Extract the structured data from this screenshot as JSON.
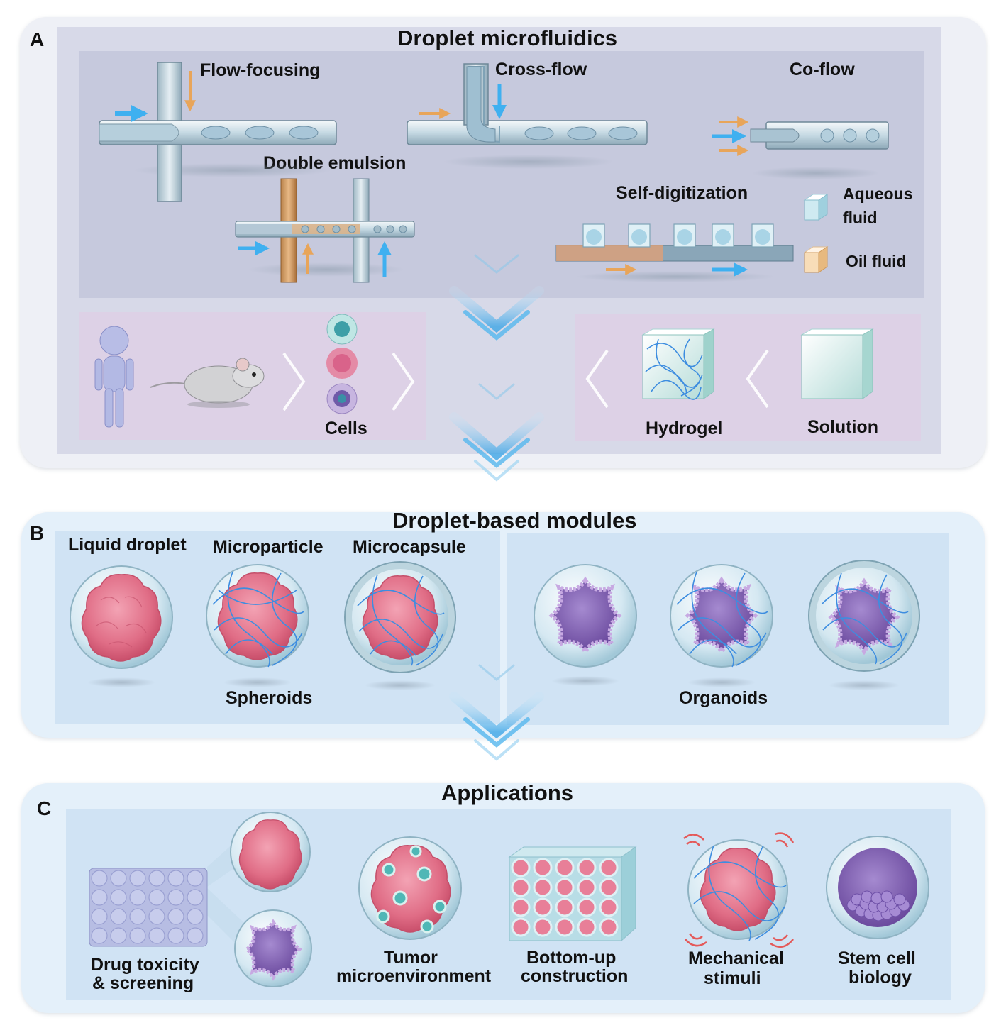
{
  "colors": {
    "panel_a_bg": "#eef0f6",
    "panel_a_inner": "#c9ccdf",
    "panel_bc_bg": "#e4f0fa",
    "panel_bc_inner": "#cfe1f3",
    "purple_box": "#ddd1e6",
    "arrow_blue": "#4fb3ee",
    "arrow_orange": "#e8a55a",
    "tissue_pink": "#e26f86",
    "organoid_purple": "#7f5aa8",
    "fiber_blue": "#3d8de0"
  },
  "panel_a": {
    "letter": "A",
    "title": "Droplet microfluidics",
    "methods": {
      "flow_focusing": "Flow-focusing",
      "cross_flow": "Cross-flow",
      "co_flow": "Co-flow",
      "double_emulsion": "Double emulsion",
      "self_digitization": "Self-digitization"
    },
    "legend": {
      "aqueous_line1": "Aqueous",
      "aqueous_line2": "fluid",
      "oil": "Oil fluid"
    },
    "sources": {
      "cells": "Cells"
    },
    "materials": {
      "hydrogel": "Hydrogel",
      "solution": "Solution"
    }
  },
  "panel_b": {
    "letter": "B",
    "title": "Droplet-based modules",
    "modules": {
      "liquid_droplet": "Liquid droplet",
      "microparticle": "Microparticle",
      "microcapsule": "Microcapsule"
    },
    "groups": {
      "spheroids": "Spheroids",
      "organoids": "Organoids"
    }
  },
  "panel_c": {
    "letter": "C",
    "title": "Applications",
    "apps": {
      "drug_line1": "Drug toxicity",
      "drug_line2": "& screening",
      "tumor_line1": "Tumor",
      "tumor_line2": "microenvironment",
      "bottom_line1": "Bottom-up",
      "bottom_line2": "construction",
      "mech_line1": "Mechanical",
      "mech_line2": "stimuli",
      "stem_line1": "Stem cell",
      "stem_line2": "biology"
    }
  }
}
